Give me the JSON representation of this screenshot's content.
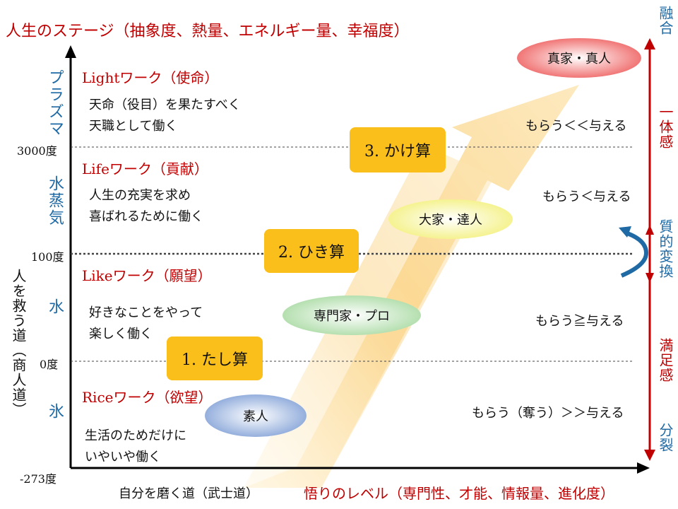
{
  "title": "人生のステージ（抽象度、熱量、エネルギー量、幸福度）",
  "xaxis_left_label": "自分を磨く道（武士道）",
  "xaxis_right_label": "悟りのレベル（専門性、才能、情報量、進化度）",
  "left_vertical_label": "人を救う道（商人道）",
  "temperatures": [
    "3000度",
    "100度",
    "0度",
    "-273度"
  ],
  "states": [
    "プラズマ",
    "水蒸気",
    "水",
    "氷"
  ],
  "works": [
    {
      "title": "Lightワーク（使命）",
      "line1": "天命（役目）を果たすべく",
      "line2": "天職として働く"
    },
    {
      "title": "Lifeワーク（貢献）",
      "line1": "人生の充実を求め",
      "line2": "喜ばれるために働く"
    },
    {
      "title": "Likeワーク（願望）",
      "line1": "好きなことをやって",
      "line2": "楽しく働く"
    },
    {
      "title": "Riceワーク（欲望）",
      "line1": "生活のためだけに",
      "line2": "いやいや働く"
    }
  ],
  "steps": [
    "1. たし算",
    "2. ひき算",
    "3. かけ算"
  ],
  "levels": [
    "素人",
    "専門家・プロ",
    "大家・達人",
    "真家・真人"
  ],
  "ratios": [
    "もらう＜＜与える",
    "もらう＜与える",
    "もらう≧与える",
    "もらう（奪う）＞＞与える"
  ],
  "right_labels": [
    "融合",
    "一体感",
    "質的変換",
    "満足感",
    "分裂"
  ],
  "colors": {
    "red": "#c00000",
    "blue": "#1f6aa5",
    "step": "#fbbf1c"
  }
}
